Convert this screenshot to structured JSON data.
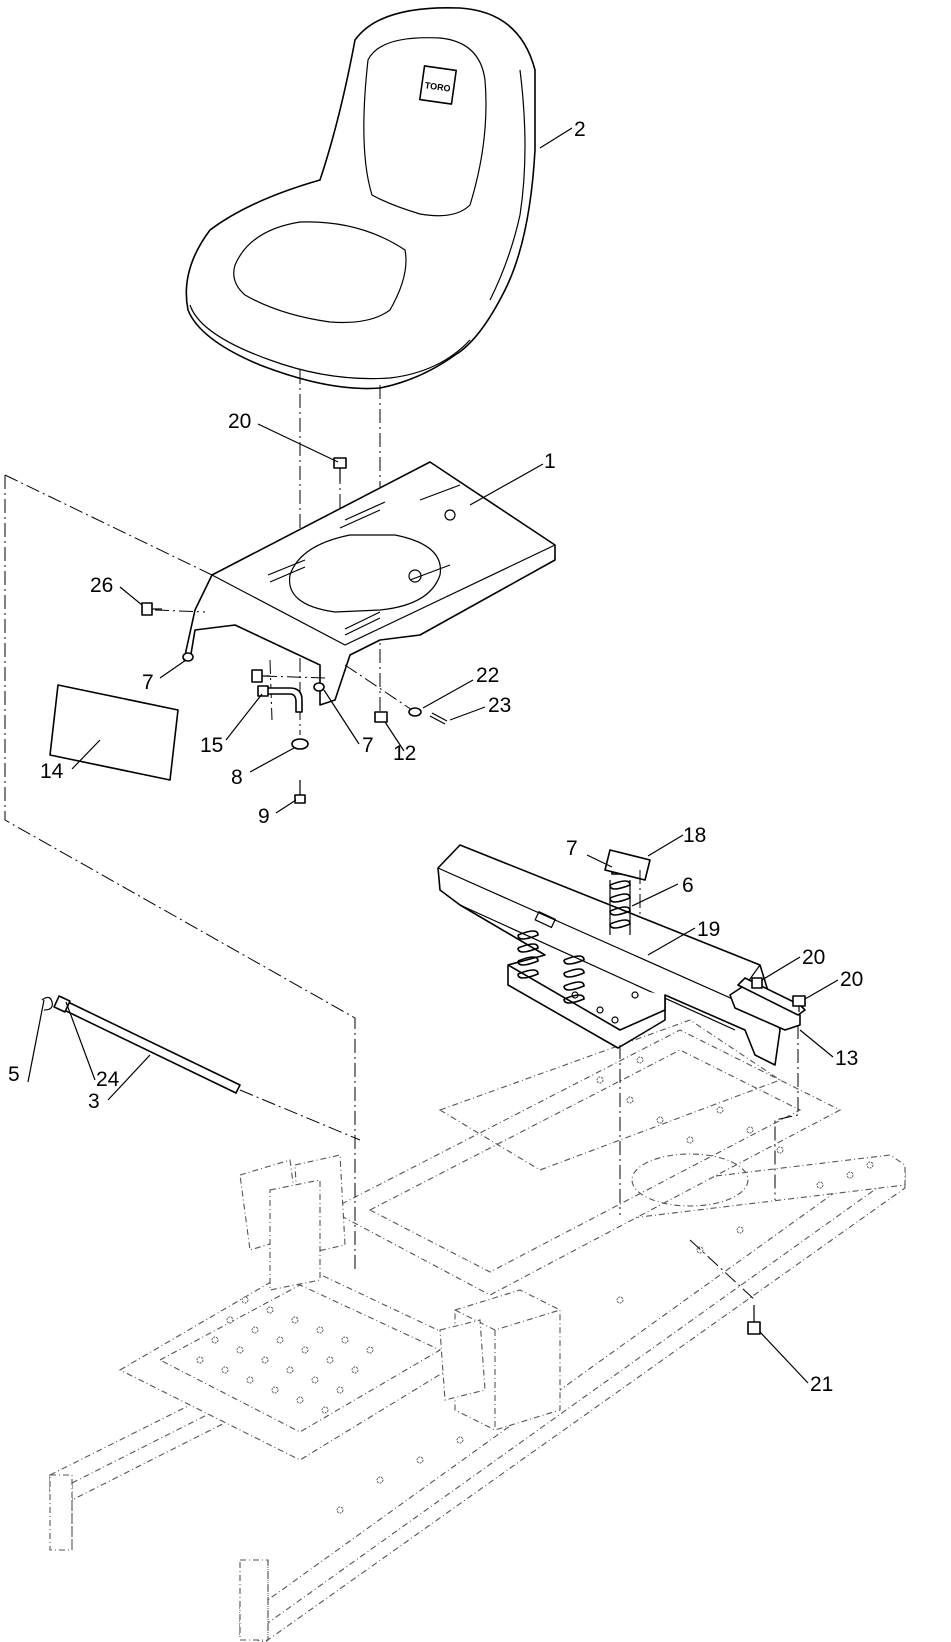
{
  "diagram": {
    "callouts": [
      {
        "id": "callout-2",
        "text": "2"
      },
      {
        "id": "callout-20a",
        "text": "20"
      },
      {
        "id": "callout-1",
        "text": "1"
      },
      {
        "id": "callout-26",
        "text": "26"
      },
      {
        "id": "callout-7a",
        "text": "7"
      },
      {
        "id": "callout-22",
        "text": "22"
      },
      {
        "id": "callout-23",
        "text": "23"
      },
      {
        "id": "callout-15",
        "text": "15"
      },
      {
        "id": "callout-7b",
        "text": "7"
      },
      {
        "id": "callout-12",
        "text": "12"
      },
      {
        "id": "callout-14",
        "text": "14"
      },
      {
        "id": "callout-8",
        "text": "8"
      },
      {
        "id": "callout-9",
        "text": "9"
      },
      {
        "id": "callout-7c",
        "text": "7"
      },
      {
        "id": "callout-18",
        "text": "18"
      },
      {
        "id": "callout-6",
        "text": "6"
      },
      {
        "id": "callout-19",
        "text": "19"
      },
      {
        "id": "callout-20b",
        "text": "20"
      },
      {
        "id": "callout-20c",
        "text": "20"
      },
      {
        "id": "callout-13",
        "text": "13"
      },
      {
        "id": "callout-5",
        "text": "5"
      },
      {
        "id": "callout-24",
        "text": "24"
      },
      {
        "id": "callout-3",
        "text": "3"
      },
      {
        "id": "callout-21",
        "text": "21"
      }
    ],
    "seat_logo_text": "TORO"
  }
}
